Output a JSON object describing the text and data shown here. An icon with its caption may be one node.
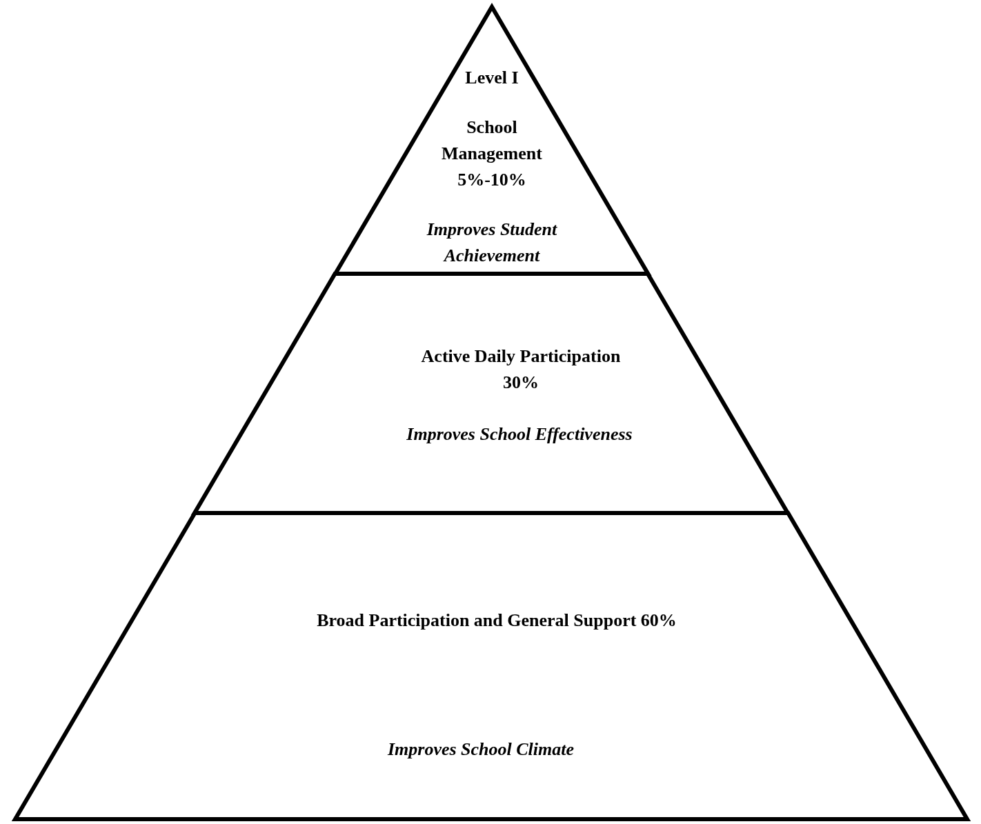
{
  "diagram": {
    "nodes": [
      {
        "text": [
          "Level I",
          "School Management 5%-10%",
          "Improves Student Achievement"
        ]
      },
      {
        "text": [
          "Active Daily Participation 30%",
          "Improves School Effectiveness"
        ]
      },
      {
        "text": [
          "Broad Participation and General Support 60%",
          "Improves School Climate"
        ]
      }
    ]
  }
}
